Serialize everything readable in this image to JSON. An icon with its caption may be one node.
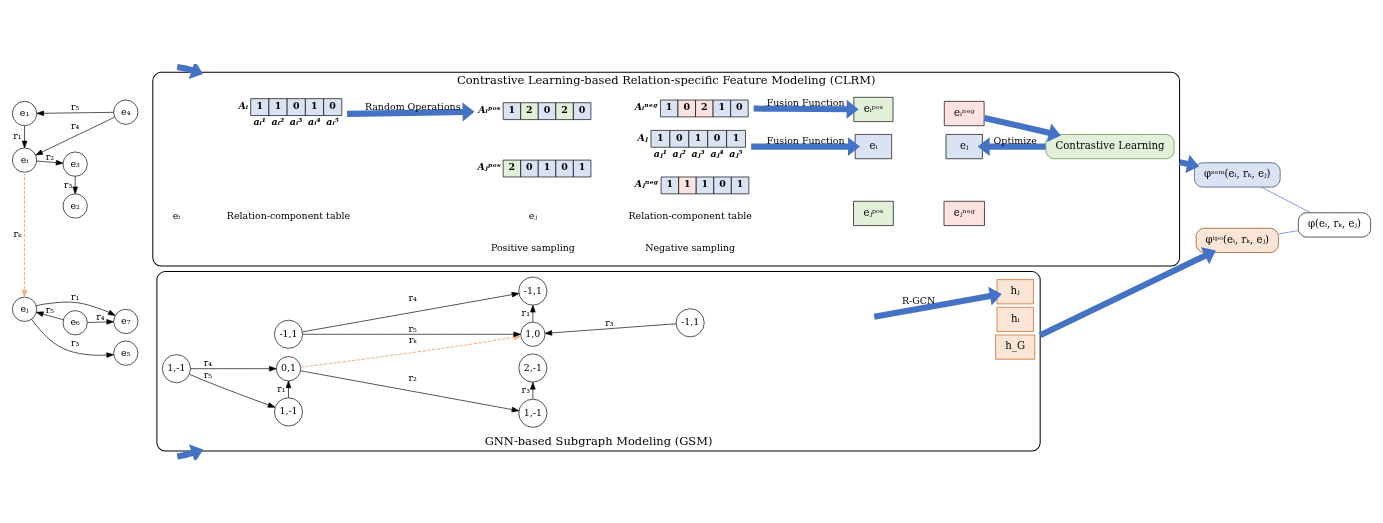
{
  "diagram": {
    "nodes": [
      {
        "text": [
          "e₁"
        ]
      },
      {
        "text": [
          "e₄"
        ]
      },
      {
        "text": [
          "e₂"
        ]
      },
      {
        "text": [
          "eᵢ"
        ]
      },
      {
        "text": [
          "e₃"
        ]
      },
      {
        "text": [
          "eⱼ"
        ]
      },
      {
        "text": [
          "e₅"
        ]
      },
      {
        "text": [
          "e₆"
        ]
      },
      {
        "text": [
          "e₇"
        ]
      },
      {
        "text": [
          "Contrastive Learning-based Relation-specific Feature Modeling (CLRM)"
        ]
      },
      {
        "text": [
          "1",
          "1",
          "0",
          "1",
          "0"
        ],
        "in": 9,
        "beside": [
          "Aᵢ",
          "aᵢ¹",
          "aᵢ²",
          "aᵢ³",
          "aᵢ⁴",
          "aᵢ⁵"
        ]
      },
      {
        "text": [
          "1",
          "0",
          "1",
          "0",
          "1"
        ],
        "in": 9,
        "beside": [
          "Aⱼ",
          "aⱼ¹",
          "aⱼ²",
          "aⱼ³",
          "aⱼ⁴",
          "aⱼ⁵"
        ]
      },
      {
        "text": [
          "eᵢ"
        ],
        "in": 9
      },
      {
        "text": [
          "eⱼ"
        ],
        "in": 9
      },
      {
        "text": [
          "1",
          "2",
          "0",
          "2",
          "0"
        ],
        "in": 9,
        "beside": [
          "Aᵢᵖᵒˢ"
        ]
      },
      {
        "text": [
          "2",
          "0",
          "1",
          "0",
          "1"
        ],
        "in": 9,
        "beside": [
          "Aⱼᵖᵒˢ"
        ]
      },
      {
        "text": [
          "1",
          "0",
          "2",
          "1",
          "0"
        ],
        "in": 9,
        "beside": [
          "Aᵢⁿᵉᵍ"
        ]
      },
      {
        "text": [
          "1",
          "1",
          "1",
          "0",
          "1"
        ],
        "in": 9,
        "beside": [
          "Aⱼⁿᵉᵍ"
        ]
      },
      {
        "text": [
          "eᵢᵖᵒˢ"
        ],
        "in": 9
      },
      {
        "text": [
          "eᵢⁿᵉᵍ"
        ],
        "in": 9
      },
      {
        "text": [
          "eⱼᵖᵒˢ"
        ],
        "in": 9
      },
      {
        "text": [
          "eⱼⁿᵉᵍ"
        ],
        "in": 9
      },
      {
        "text": [
          "Contrastive Learning"
        ],
        "in": 9
      },
      {
        "text": [
          "GNN-based Subgraph Modeling (GSM)"
        ]
      },
      {
        "text": [
          "1,-1"
        ],
        "in": 23
      },
      {
        "text": [
          "1,-1"
        ],
        "in": 23
      },
      {
        "text": [
          "2,-1"
        ],
        "in": 23
      },
      {
        "text": [
          "0,1"
        ],
        "in": 23
      },
      {
        "text": [
          "1,-1"
        ],
        "in": 23
      },
      {
        "text": [
          "1,0"
        ],
        "in": 23
      },
      {
        "text": [
          "-1,1"
        ],
        "in": 23
      },
      {
        "text": [
          "-1,1"
        ],
        "in": 23
      },
      {
        "text": [
          "-1,1"
        ],
        "in": 23
      },
      {
        "text": [
          "hᵢ"
        ],
        "in": 23
      },
      {
        "text": [
          "hⱼ"
        ],
        "in": 23
      },
      {
        "text": [
          "h_G"
        ],
        "in": 23
      },
      {
        "text": [
          "φˢᵉᵐ(eᵢ, rₖ, eⱼ)"
        ]
      },
      {
        "text": [
          "φᵗᵖᵒ(eᵢ, rₖ, eⱼ)"
        ]
      },
      {
        "text": [
          "φ(eᵢ, rₖ, eⱼ)"
        ]
      }
    ],
    "edges": [
      {
        "from": 1,
        "to": 0,
        "arrow": "to",
        "label": "r₅"
      },
      {
        "from": 0,
        "to": 3,
        "arrow": "to",
        "label": "r₁"
      },
      {
        "from": 1,
        "to": 3,
        "arrow": "to",
        "label": "r₄"
      },
      {
        "from": 3,
        "to": 4,
        "arrow": "to",
        "label": "r₂"
      },
      {
        "from": 4,
        "to": 2,
        "arrow": "to",
        "label": "r₃"
      },
      {
        "from": 3,
        "to": 5,
        "arrow": "to",
        "label": "rₖ",
        "style": "dashed",
        "color": "#f4b183"
      },
      {
        "from": 5,
        "to": 6,
        "arrow": "to",
        "label": "r₃"
      },
      {
        "from": 7,
        "to": 5,
        "arrow": "to",
        "label": "r₅"
      },
      {
        "from": 5,
        "to": 8,
        "arrow": "to",
        "label": "r₁"
      },
      {
        "from": 7,
        "to": 8,
        "arrow": "to",
        "label": "r₄"
      },
      {
        "from": null,
        "to": 9,
        "arrow": "to",
        "style": "thick",
        "color": "#4472c4"
      },
      {
        "from": null,
        "to": 23,
        "arrow": "to",
        "style": "thick",
        "color": "#4472c4"
      },
      {
        "from": 11,
        "to": 12,
        "arrow": "to",
        "label": "Fusion Function",
        "style": "thick",
        "color": "#4472c4"
      },
      {
        "from": 10,
        "to": 14,
        "arrow": "to",
        "label": "Random Operations",
        "style": "thick",
        "color": "#4472c4"
      },
      {
        "from": 16,
        "to": 18,
        "arrow": "to",
        "label": "Fusion Function",
        "style": "thick",
        "color": "#4472c4"
      },
      {
        "from": 19,
        "to": 22,
        "arrow": "to",
        "style": "thick",
        "color": "#4472c4"
      },
      {
        "from": 22,
        "to": 13,
        "arrow": "to",
        "label": "Optimize",
        "style": "thick",
        "color": "#4472c4"
      },
      {
        "from": 25,
        "to": 24,
        "arrow": "to",
        "label": "r₅"
      },
      {
        "from": 24,
        "to": 27,
        "arrow": "to",
        "label": "r₁"
      },
      {
        "from": 25,
        "to": 27,
        "arrow": "to",
        "label": "r₄"
      },
      {
        "from": 27,
        "to": 28,
        "arrow": "to",
        "label": "r₂"
      },
      {
        "from": 28,
        "to": 26,
        "arrow": "to",
        "label": "r₃"
      },
      {
        "from": 27,
        "to": 29,
        "arrow": "to",
        "label": "rₖ",
        "style": "dashed",
        "color": "#f4b183"
      },
      {
        "from": 30,
        "to": 29,
        "arrow": "to",
        "label": "r₃"
      },
      {
        "from": 31,
        "to": 29,
        "arrow": "to",
        "label": "r₅"
      },
      {
        "from": 29,
        "to": 32,
        "arrow": "to",
        "label": "r₁"
      },
      {
        "from": 31,
        "to": 32,
        "arrow": "to",
        "label": "r₄"
      },
      {
        "from": null,
        "to": 34,
        "arrow": "to",
        "label": "R-GCN",
        "style": "thick",
        "color": "#4472c4"
      },
      {
        "from": 9,
        "to": 36,
        "arrow": "to",
        "style": "thick",
        "color": "#4472c4"
      },
      {
        "from": 23,
        "to": 37,
        "arrow": "to",
        "style": "thick",
        "color": "#4472c4"
      },
      {
        "from": 36,
        "to": 38,
        "arrow": "none",
        "color": "#4472c4"
      },
      {
        "from": 37,
        "to": 38,
        "arrow": "none",
        "color": "#4472c4"
      }
    ],
    "labels": [
      "eᵢ",
      "Relation-component table",
      "eⱼ",
      "Relation-component table",
      "Positive sampling",
      "Negative sampling"
    ]
  }
}
